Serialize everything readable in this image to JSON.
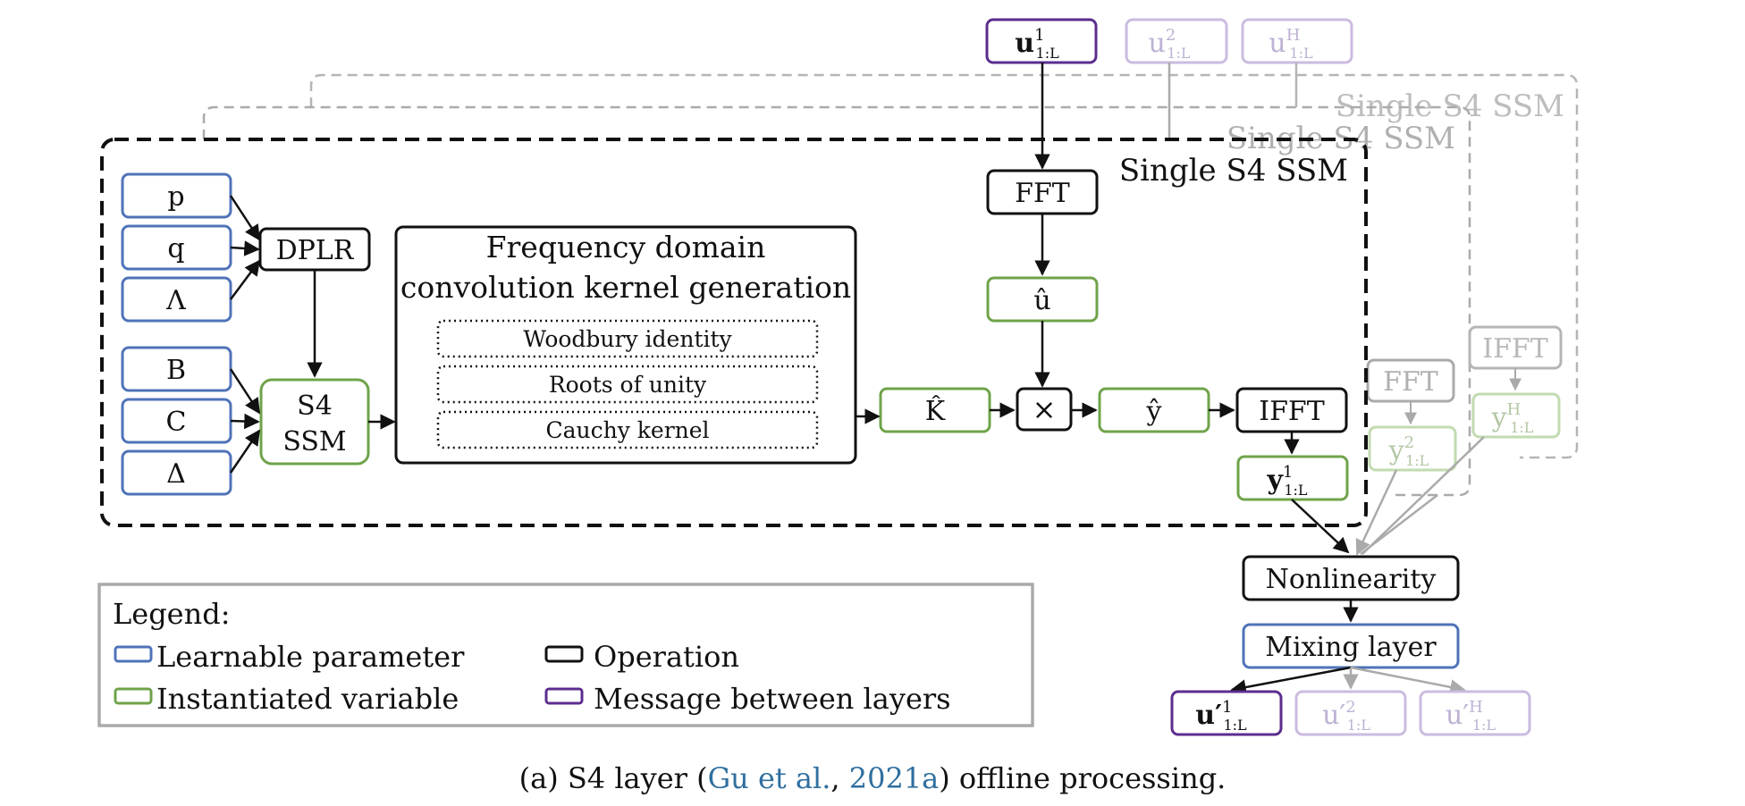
{
  "colors": {
    "learnable": "#4f73b8",
    "instantiated": "#6fa34a",
    "operation": "#111111",
    "message": "#5b2d8e",
    "ghost_learnable": "#a9b9da",
    "ghost_instantiated": "#c2dbb0",
    "ghost_operation": "#b0b0b0",
    "ghost_message": "#cbbbe0",
    "citation": "#2f6f9f"
  },
  "inputs": {
    "u1": {
      "base": "u",
      "sup": "1",
      "sub": "1:L"
    },
    "u2": {
      "base": "u",
      "sup": "2",
      "sub": "1:L"
    },
    "uH": {
      "base": "u",
      "sup": "H",
      "sub": "1:L"
    }
  },
  "ssm_frames": {
    "front": "Single S4 SSM",
    "middle": "Single S4 SSM",
    "back": "Single S4 SSM"
  },
  "params": {
    "p": "p",
    "q": "q",
    "lambda": "Λ",
    "B": "B",
    "C": "C",
    "delta": "Δ"
  },
  "ops": {
    "dplr": "DPLR",
    "fft": "FFT",
    "ifft": "IFFT",
    "multiply": "×",
    "nonlinearity": "Nonlinearity",
    "mixing": "Mixing layer"
  },
  "ghost_ops": {
    "fft": "FFT",
    "ifft": "IFFT"
  },
  "vars": {
    "s4ssm_line1": "S4",
    "s4ssm_line2": "SSM",
    "u_hat": "û",
    "k_hat": "K̂",
    "y_hat": "ŷ",
    "y1": {
      "base": "y",
      "sup": "1",
      "sub": "1:L"
    },
    "y2": {
      "base": "y",
      "sup": "2",
      "sub": "1:L"
    },
    "yH": {
      "base": "y",
      "sup": "H",
      "sub": "1:L"
    }
  },
  "kernel_generation": {
    "title_line1": "Frequency domain",
    "title_line2": "convolution kernel generation",
    "steps": [
      "Woodbury identity",
      "Roots of unity",
      "Cauchy kernel"
    ]
  },
  "outputs": {
    "o1": {
      "base": "u′",
      "sup": "1",
      "sub": "1:L"
    },
    "o2": {
      "base": "u′",
      "sup": "2",
      "sub": "1:L"
    },
    "oH": {
      "base": "u′",
      "sup": "H",
      "sub": "1:L"
    }
  },
  "legend": {
    "title": "Legend:",
    "items": [
      {
        "label": "Learnable parameter"
      },
      {
        "label": "Instantiated variable"
      },
      {
        "label": "Operation"
      },
      {
        "label": "Message between layers"
      }
    ]
  },
  "caption": {
    "prefix": "(a) S4 layer (",
    "cite_author": "Gu et al.",
    "cite_sep": ", ",
    "cite_year": "2021a",
    "suffix": ") offline processing."
  }
}
